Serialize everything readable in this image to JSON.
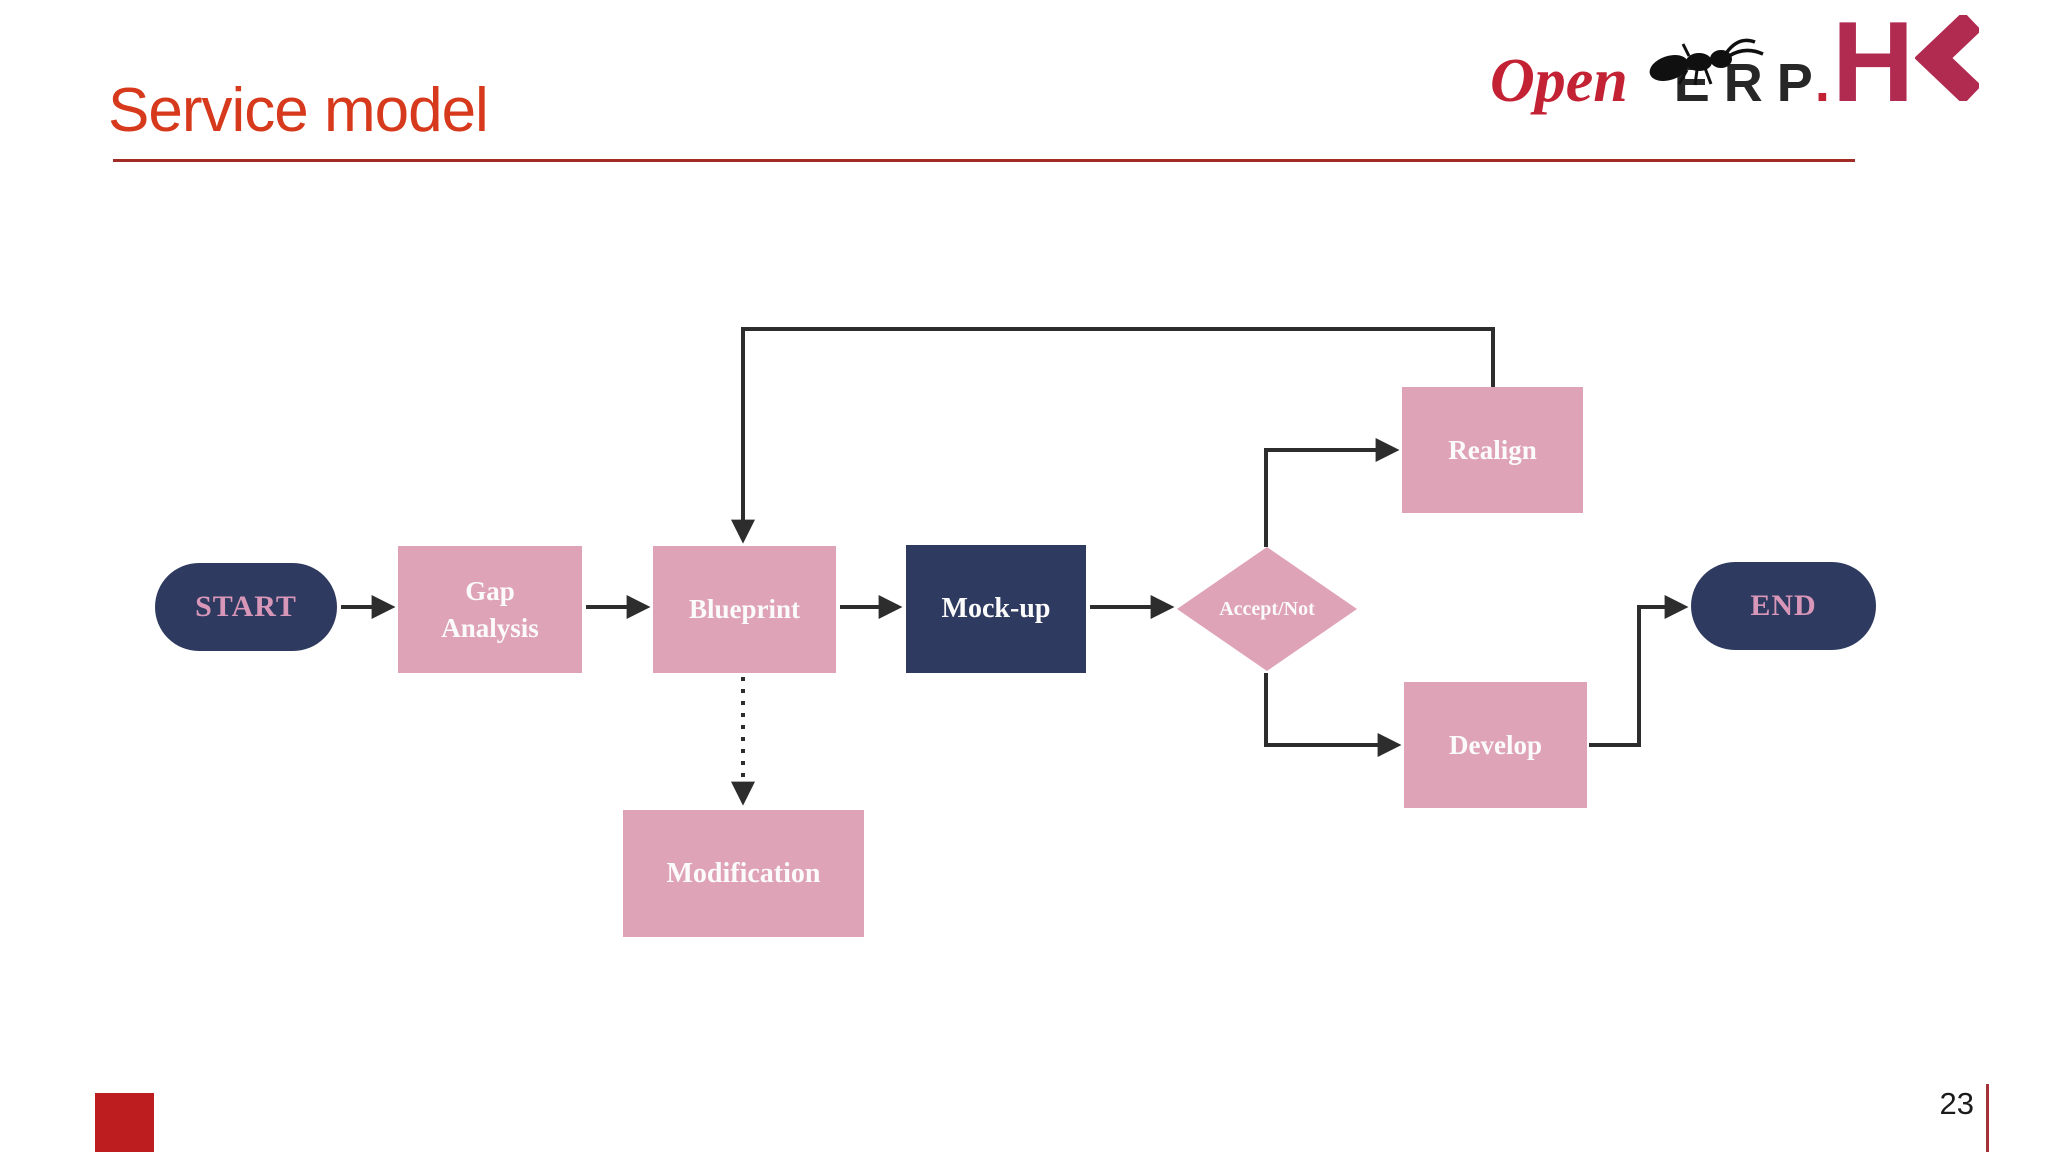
{
  "header": {
    "title": "Service model"
  },
  "logo": {
    "open": "Open",
    "erp": "ERP",
    "dot": ".",
    "h": "H",
    "icons": {
      "ant": "ant-icon",
      "k_chevron": "k-chevron-icon"
    },
    "colors": {
      "open_red": "#C32134",
      "erp_dark": "#272727",
      "hk_raspberry": "#B12B51"
    }
  },
  "flowchart": {
    "nodes": [
      {
        "id": "start",
        "label": "START",
        "shape": "terminator",
        "fill": "#2F3A60",
        "text_color": "#D897B9"
      },
      {
        "id": "gap-analysis",
        "label": "Gap\nAnalysis",
        "shape": "process",
        "fill": "#DFA3B8",
        "text_color": "#FFFFFF"
      },
      {
        "id": "blueprint",
        "label": "Blueprint",
        "shape": "process",
        "fill": "#DFA3B8",
        "text_color": "#FFFFFF"
      },
      {
        "id": "mock-up",
        "label": "Mock-up",
        "shape": "process",
        "fill": "#2F3A60",
        "text_color": "#FFFFFF"
      },
      {
        "id": "accept-not",
        "label": "Accept/Not",
        "shape": "decision",
        "fill": "#DFA3B8",
        "text_color": "#FFFFFF"
      },
      {
        "id": "realign",
        "label": "Realign",
        "shape": "process",
        "fill": "#DFA3B8",
        "text_color": "#FFFFFF"
      },
      {
        "id": "develop",
        "label": "Develop",
        "shape": "process",
        "fill": "#DFA3B8",
        "text_color": "#FFFFFF"
      },
      {
        "id": "modification",
        "label": "Modification",
        "shape": "process",
        "fill": "#DFA3B8",
        "text_color": "#FFFFFF"
      },
      {
        "id": "end",
        "label": "END",
        "shape": "terminator",
        "fill": "#2F3A60",
        "text_color": "#D897B9"
      }
    ],
    "connections": [
      {
        "from": "start",
        "to": "gap-analysis",
        "style": "solid"
      },
      {
        "from": "gap-analysis",
        "to": "blueprint",
        "style": "solid"
      },
      {
        "from": "blueprint",
        "to": "mock-up",
        "style": "solid"
      },
      {
        "from": "mock-up",
        "to": "accept-not",
        "style": "solid"
      },
      {
        "from": "accept-not",
        "to": "realign",
        "style": "solid"
      },
      {
        "from": "accept-not",
        "to": "develop",
        "style": "solid"
      },
      {
        "from": "develop",
        "to": "end",
        "style": "solid"
      },
      {
        "from": "realign",
        "to": "blueprint",
        "style": "solid"
      },
      {
        "from": "blueprint",
        "to": "modification",
        "style": "dotted"
      }
    ],
    "arrow_color": "#2D2D2D"
  },
  "footer": {
    "page_number": "23",
    "accent_color": "#BE1D1F",
    "divider_color": "#A43038"
  },
  "theme": {
    "title_color": "#D6391B",
    "underline_color": "#A12C25",
    "background": "#FFFFFF"
  }
}
